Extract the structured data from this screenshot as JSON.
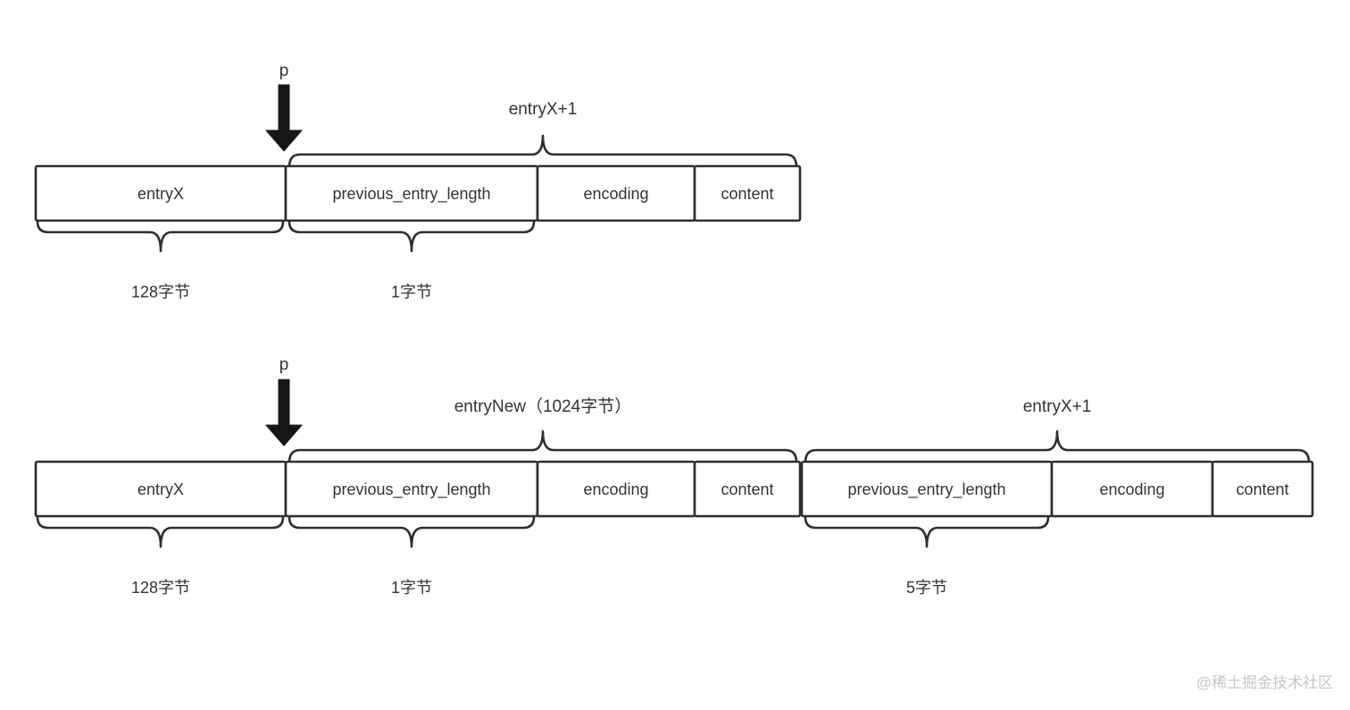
{
  "colors": {
    "background": "#ffffff",
    "line": "#2e2e2e",
    "text": "#333333",
    "arrow": "#161616",
    "watermark": "#c6c6c6"
  },
  "top_diagram": {
    "pointer_label": "p",
    "group_label": "entryX+1",
    "cells": [
      "entryX",
      "previous_entry_length",
      "encoding",
      "content"
    ],
    "size_labels": [
      "128字节",
      "1字节"
    ]
  },
  "bottom_diagram": {
    "pointer_label": "p",
    "group_labels": [
      "entryNew（1024字节）",
      "entryX+1"
    ],
    "cells": [
      "entryX",
      "previous_entry_length",
      "encoding",
      "content",
      "previous_entry_length",
      "encoding",
      "content"
    ],
    "size_labels": [
      "128字节",
      "1字节",
      "5字节"
    ]
  },
  "watermark": "@稀土掘金技术社区"
}
